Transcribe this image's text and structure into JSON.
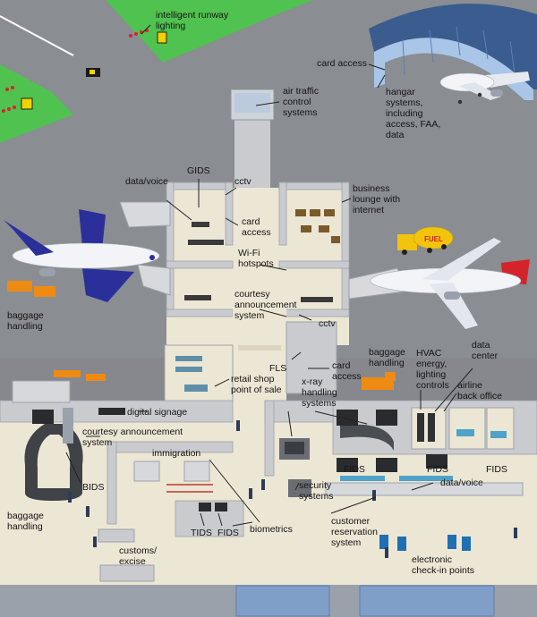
{
  "labels": {
    "intelligent_runway_lighting": "intelligent runway\nlighting",
    "card_access_hangar": "card access",
    "hangar_systems": "hangar\nsystems,\nincluding\naccess, FAA,\ndata",
    "air_traffic_control": "air traffic\ncontrol\nsystems",
    "gids": "GIDS",
    "data_voice_top": "data/voice",
    "cctv_top": "cctv",
    "business_lounge": "business\nlounge with\ninternet",
    "card_access_gate": "card\naccess",
    "wifi_hotspots": "Wi-Fi\nhotspots",
    "courtesy_announcement_gate": "courtesy\nannouncement\nsystem",
    "cctv_gate": "cctv",
    "baggage_handling_left": "baggage\nhandling",
    "baggage_handling_right": "baggage\nhandling",
    "fls": "FLS",
    "card_access_mid": "card\naccess",
    "hvac": "HVAC\nenergy,\nlighting\ncontrols",
    "data_center": "data\ncenter",
    "airline_back_office": "airline\nback office",
    "retail_shop": "retail shop\npoint of sale",
    "xray": "x-ray\nhandling\nsystems",
    "digital_signage": "digital signage",
    "courtesy_announcement_terminal": "courtesy announcement\nsystem",
    "immigration": "immigration",
    "bids": "BIDS",
    "fids_1": "FIDS",
    "fids_2": "FIDS",
    "fids_3": "FIDS",
    "data_voice_bottom": "data/voice",
    "security_systems": "security\nsystems",
    "baggage_handling_bottom": "baggage\nhandling",
    "tids": "TIDS",
    "fids_4": "FIDS",
    "biometrics": "biometrics",
    "customer_reservation": "customer\nreservation\nsystem",
    "customs_excise": "customs/\nexcise",
    "electronic_checkin": "electronic\ncheck-in points"
  },
  "colors": {
    "tarmac": "#8a8d92",
    "grass": "#4fc24f",
    "wall": "#c9cbcf",
    "floor": "#ece6d4",
    "aircraft_white": "#f2f4f7",
    "tail_blue": "#2a2f9a",
    "tail_red": "#d5232b",
    "fuel_yellow": "#f2c40d",
    "baggage_orange": "#ef8a12",
    "glass_blue": "#a9c6e8",
    "leader_line": "#222222"
  }
}
